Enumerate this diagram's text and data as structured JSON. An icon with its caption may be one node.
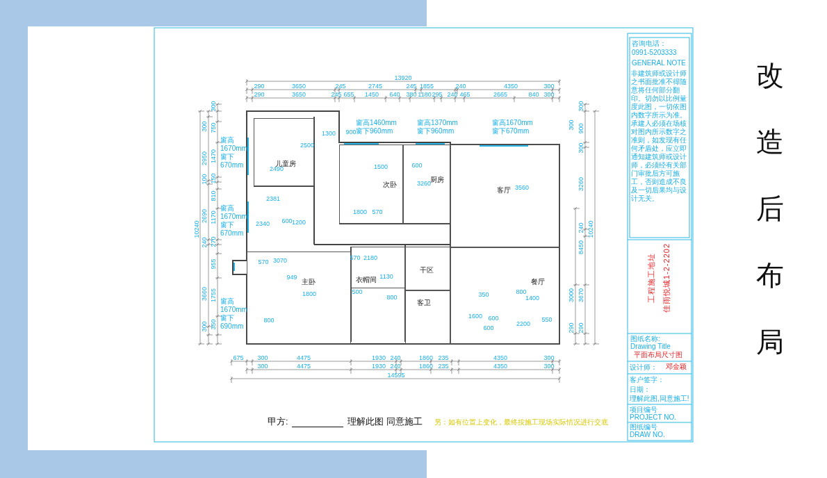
{
  "diagram": {
    "title": "改造后布局",
    "nodes": [
      {
        "text": [
          "儿童房"
        ]
      },
      {
        "text": [
          "次卧"
        ]
      },
      {
        "text": [
          "厨房"
        ]
      },
      {
        "text": [
          "客厅"
        ]
      },
      {
        "text": [
          "主卧"
        ]
      },
      {
        "text": [
          "衣帽间"
        ]
      },
      {
        "text": [
          "干区"
        ]
      },
      {
        "text": [
          "客卫"
        ]
      },
      {
        "text": [
          "餐厅"
        ]
      }
    ],
    "labels": [
      "13920",
      "290",
      "3650",
      "245",
      "2745",
      "245",
      "1855",
      "240",
      "4350",
      "300",
      "290",
      "3650",
      "245",
      "655",
      "1450",
      "640",
      "380",
      "1180",
      "295",
      "240",
      "465",
      "2665",
      "840",
      "300",
      "10240",
      "300",
      "2950",
      "100",
      "2690",
      "240",
      "3660",
      "300",
      "300",
      "750",
      "1470",
      "150",
      "810",
      "1170",
      "270",
      "955",
      "1755",
      "350",
      "300",
      "3000",
      "290",
      "300",
      "900",
      "300",
      "3260",
      "240",
      "8450",
      "3670",
      "290",
      "10240",
      "675",
      "300",
      "4475",
      "1930",
      "240",
      "1860",
      "235",
      "4350",
      "300",
      "300",
      "4475",
      "1930",
      "240",
      "1860",
      "235",
      "4350",
      "300",
      "14595",
      "窗高1670mm 窗下670mm",
      "窗高1670mm 窗下670mm",
      "窗高1670mm 窗下690mm",
      "窗高1460mm 窗下960mm",
      "窗高1370mm 窗下960mm",
      "窗高1670mm 窗下670mm",
      "2500",
      "1300",
      "900",
      "2490",
      "2381",
      "2340",
      "600",
      "1200",
      "1500",
      "1800",
      "570",
      "600",
      "3260",
      "3560",
      "570",
      "3070",
      "570",
      "2180",
      "949",
      "1130",
      "1800",
      "500",
      "800",
      "800",
      "350",
      "1600",
      "600",
      "2200",
      "550",
      "800",
      "1400",
      "600",
      "咨询电话：",
      "0991-5203333",
      "GENERAL NOTE",
      "非建筑师或设计师之书面批准不得随意将任何部分翻印。切勿以比例量度此图，一切依图内数字所示为准。承建人必须在场核对图内所示数字之准则，如发现有任何矛盾处，应立即通知建筑师或设计师，必须经有关部门审批后方可施工，否则造成不良及一切后果均与设计无关。",
      "工程施工地址",
      "佳雨悦城1-2-2202",
      "图纸名称:",
      "Drawing Title",
      "平面布局尺寸图",
      "设计师：",
      "邓金颖",
      "客户签字：",
      "日期：",
      "理解此图,同意施工!",
      "项目编号",
      "PROJECT NO.",
      "图纸编号",
      "DRAW NO.",
      "甲方:",
      "理解此图 同意施工",
      "另：如有位置上变化，最终按施工现场实际情况进行交底"
    ]
  }
}
